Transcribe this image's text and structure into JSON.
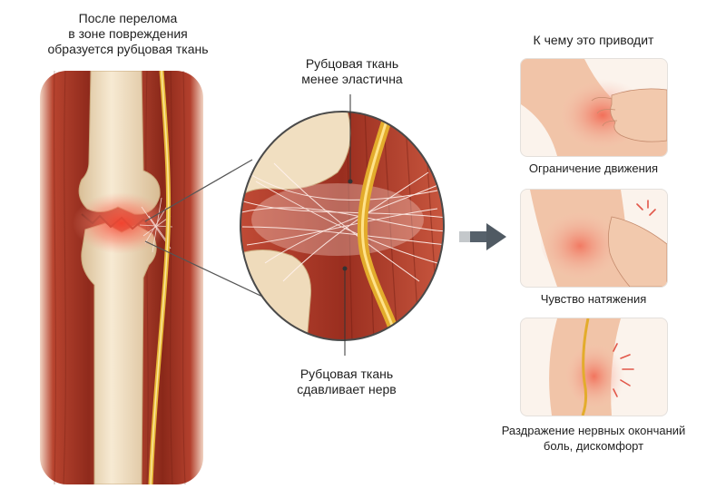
{
  "left_caption": [
    "После перелома",
    "в зоне повреждения",
    "образуется рубцовая ткань"
  ],
  "top_callout": [
    "Рубцовая ткань",
    "менее эластична"
  ],
  "bottom_callout": [
    "Рубцовая ткань",
    "сдавливает нерв"
  ],
  "right_title": "К чему это приводит",
  "effects": [
    {
      "label": [
        "Ограничение движения"
      ],
      "icon": "hand-holding-knee"
    },
    {
      "label": [
        "Чувство натяжения"
      ],
      "icon": "hand-on-knee-tension"
    },
    {
      "label": [
        "Раздражение нервных окончаний",
        "боль, дискомфорт"
      ],
      "icon": "nerve-irritation"
    }
  ],
  "colors": {
    "muscle": "#b33a2c",
    "muscle_dark": "#7e2217",
    "bone": "#efdcbe",
    "nerve": "#e5b334",
    "scar": "#f2d2cc",
    "injury": "#f25a45",
    "arrow": "#505a63"
  }
}
